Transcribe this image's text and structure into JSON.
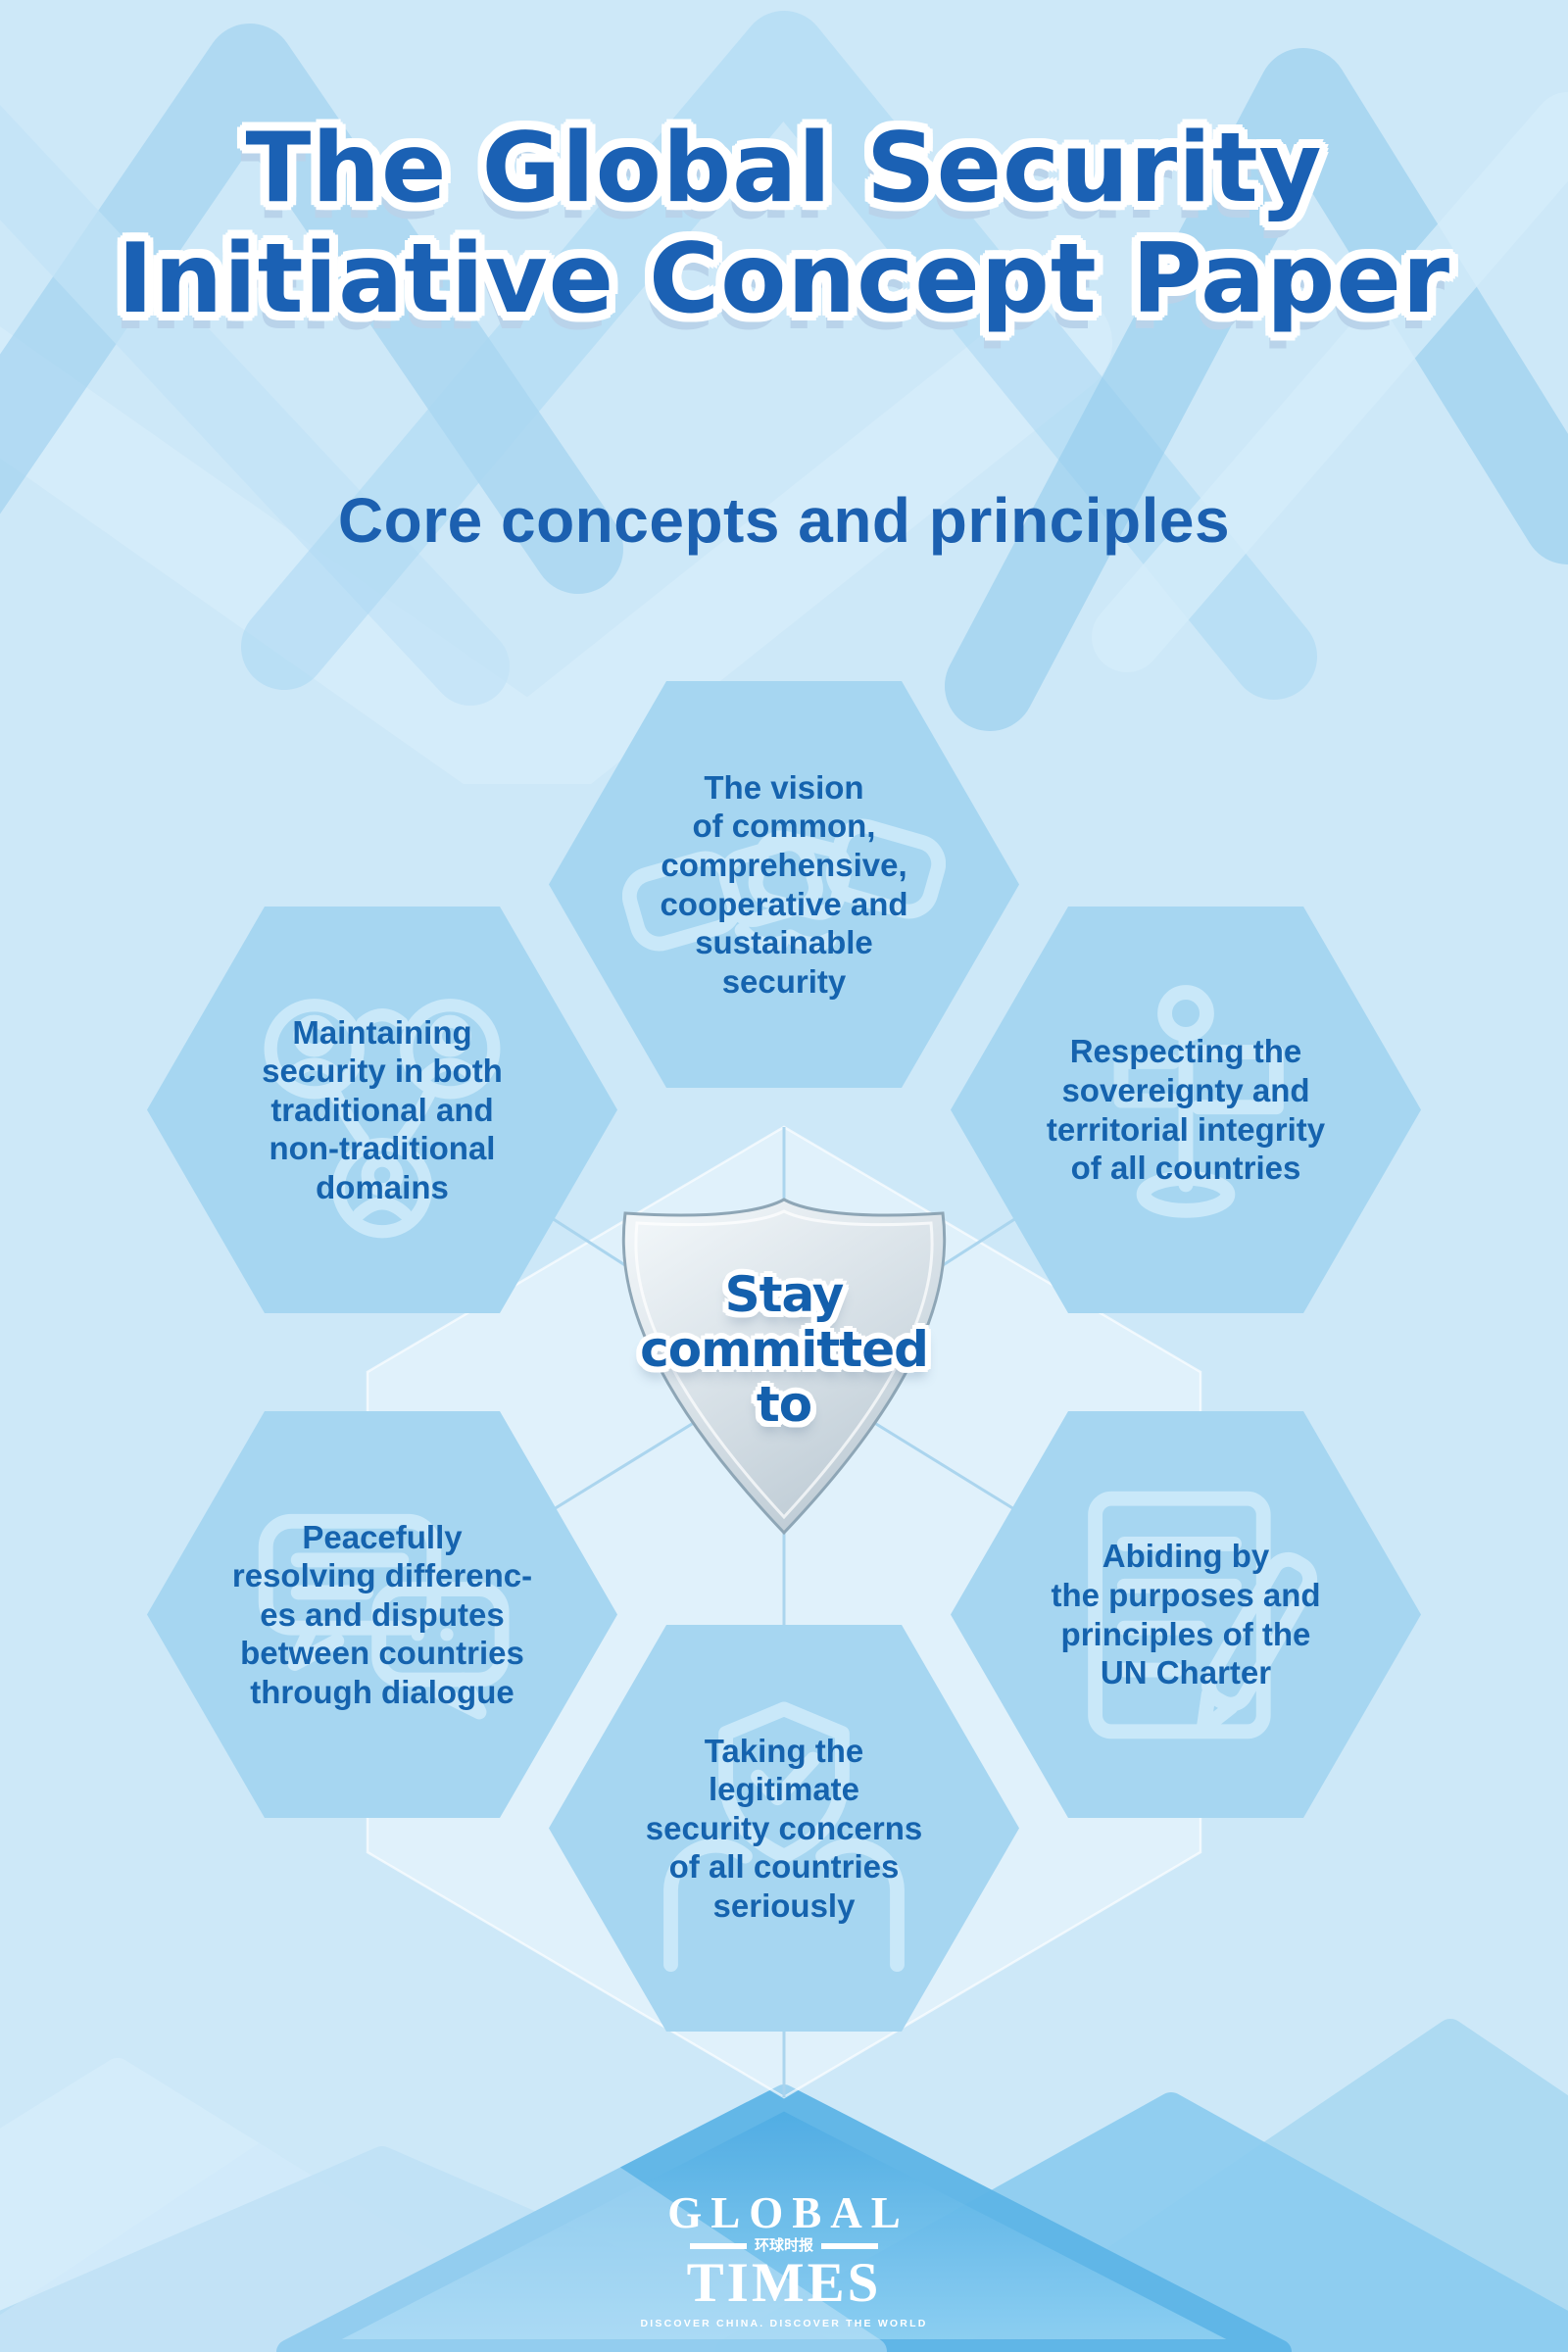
{
  "title": {
    "line1": "The Global Security",
    "line2": "Initiative Concept Paper"
  },
  "subtitle": "Core concepts and principles",
  "center_shield": {
    "text": "Stay\ncommitted\nto"
  },
  "principles": [
    {
      "id": "vision",
      "icon": "handshake-icon",
      "text": "The vision\nof common,\ncomprehensive,\ncooperative and\nsustainable\nsecurity"
    },
    {
      "id": "domains",
      "icon": "people-network-icon",
      "text": "Maintaining\nsecurity in both\ntraditional and\nnon-traditional\ndomains"
    },
    {
      "id": "sovereignty",
      "icon": "flag-icon",
      "text": "Respecting the\nsovereignty and\nterritorial integrity\nof all countries"
    },
    {
      "id": "dialogue",
      "icon": "speech-bubbles-icon",
      "text": "Peacefully\nresolving differenc-\nes and disputes\nbetween countries\nthrough dialogue"
    },
    {
      "id": "un-charter",
      "icon": "document-pen-icon",
      "text": "Abiding by\nthe purposes and\nprinciples of the\nUN Charter"
    },
    {
      "id": "concerns",
      "icon": "hands-shield-icon",
      "text": "Taking the\nlegitimate\nsecurity concerns\nof all countries\nseriously"
    }
  ],
  "footer_logo": {
    "global": "GLOBAL",
    "chinese": "环球时报",
    "times": "TIMES",
    "tagline": "DISCOVER CHINA. DISCOVER THE WORLD"
  },
  "colors": {
    "background": "#cde8f8",
    "hexagon_fill": "#a6d6f1",
    "icon_light": "#c9e8f9",
    "title_blue": "#1b61b4",
    "text_blue": "#1563ae",
    "shield_top": "#f0f5f8",
    "shield_bottom": "#b9c7d1",
    "mountain_blue": "#46a8e2"
  }
}
